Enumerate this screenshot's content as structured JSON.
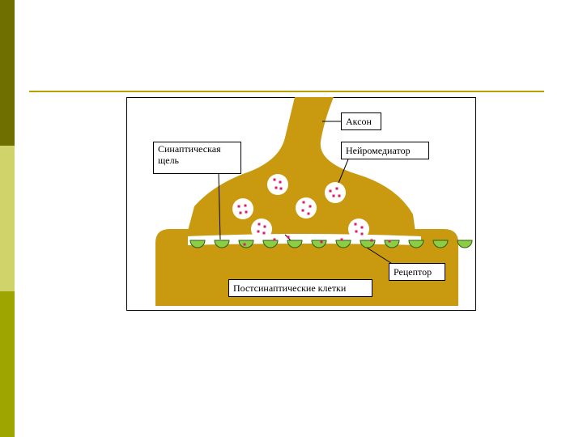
{
  "slide": {
    "colors": {
      "stripe_top": "#6f6f00",
      "stripe_middle": "#cfd36a",
      "stripe_bottom": "#9ea500",
      "divider": "#b5a100",
      "neuron": "#c99a0f",
      "receptor": "#8ccd45",
      "neurotransmitter": "#d81b6a",
      "vesicle": "#ffffff"
    }
  },
  "diagram": {
    "labels": {
      "axon": "Аксон",
      "synaptic_cleft": "Синаптическая щель",
      "neurotransmitter": "Нейромедиатор",
      "receptor": "Рецептор",
      "postsynaptic": "Постсинаптические клетки"
    },
    "receptor_count": 12,
    "vesicle_count": 6
  }
}
